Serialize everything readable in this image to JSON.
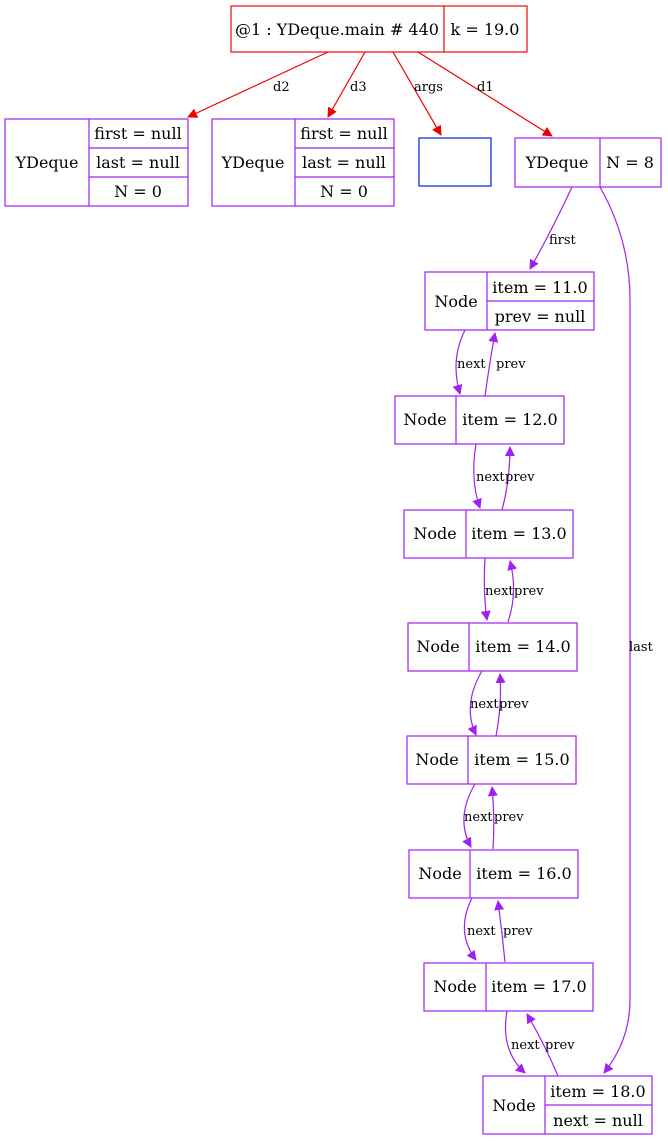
{
  "colors": {
    "frame": "#e8090c",
    "object": "#a020f0",
    "array": "#0022dd",
    "frame_edge": "#ee0000",
    "object_edge": "#a020f0"
  },
  "frame": {
    "title": "@1 : YDeque.main # 440",
    "field": "k = 19.0"
  },
  "edges": {
    "d1": "d1",
    "d2": "d2",
    "d3": "d3",
    "args": "args",
    "first": "first",
    "last": "last",
    "next": "next",
    "prev": "prev"
  },
  "deque_d2": {
    "title": "YDeque",
    "first": "first = null",
    "last": "last = null",
    "n": "N = 0"
  },
  "deque_d3": {
    "title": "YDeque",
    "first": "first = null",
    "last": "last = null",
    "n": "N = 0"
  },
  "deque_d1": {
    "title": "YDeque",
    "n": "N = 8"
  },
  "nodes": [
    {
      "title": "Node",
      "item": "item = 11.0",
      "extra": "prev = null"
    },
    {
      "title": "Node",
      "item": "item = 12.0"
    },
    {
      "title": "Node",
      "item": "item = 13.0"
    },
    {
      "title": "Node",
      "item": "item = 14.0"
    },
    {
      "title": "Node",
      "item": "item = 15.0"
    },
    {
      "title": "Node",
      "item": "item = 16.0"
    },
    {
      "title": "Node",
      "item": "item = 17.0"
    },
    {
      "title": "Node",
      "item": "item = 18.0",
      "extra": "next = null"
    }
  ]
}
